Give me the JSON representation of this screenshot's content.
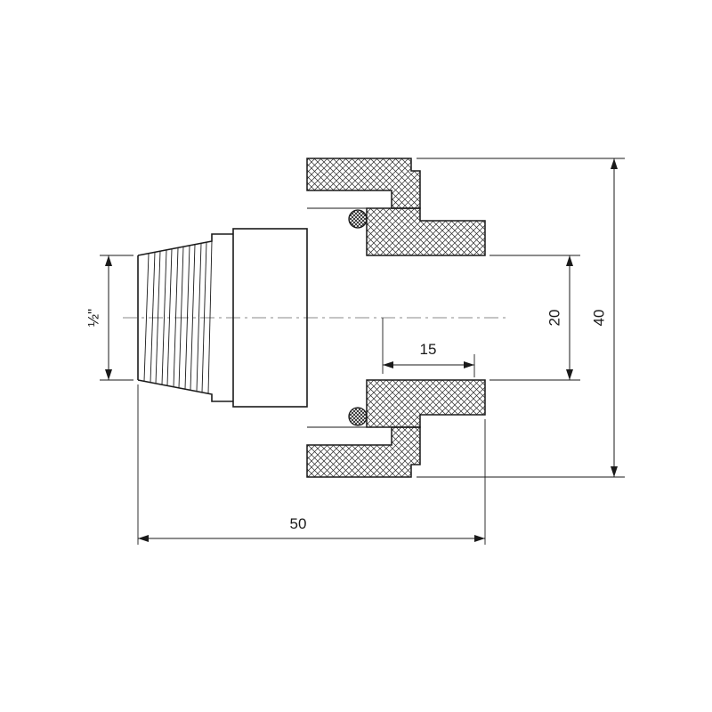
{
  "drawing": {
    "kind": "technical-drawing",
    "subject": "pipe union fitting cross-section with male thread and socket end",
    "colors": {
      "line": "#1a1a1a",
      "background": "#ffffff",
      "centerline": "#8a8a8a"
    },
    "labels": {
      "thread_size": "½\"",
      "socket_depth": "15",
      "bore_diameter": "20",
      "overall_diameter": "40",
      "overall_length": "50"
    }
  }
}
